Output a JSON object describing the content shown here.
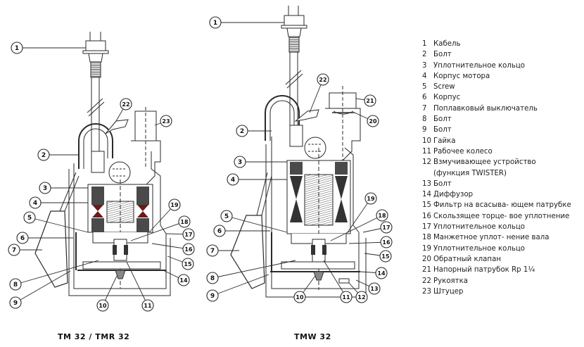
{
  "captions": {
    "left": "TM 32 / TMR 32",
    "right": "TMW 32"
  },
  "legend": [
    {
      "num": "1",
      "text": "Кабель"
    },
    {
      "num": "2",
      "text": "Болт"
    },
    {
      "num": "3",
      "text": "Уплотнительное кольцо"
    },
    {
      "num": "4",
      "text": "Корпус мотора"
    },
    {
      "num": "5",
      "text": "Screw"
    },
    {
      "num": "6",
      "text": "Корпус"
    },
    {
      "num": "7",
      "text": "Поплавковый выключатель"
    },
    {
      "num": "8",
      "text": "Болт"
    },
    {
      "num": "9",
      "text": "Болт"
    },
    {
      "num": "10",
      "text": "Гайка"
    },
    {
      "num": "11",
      "text": "Рабочее колесо"
    },
    {
      "num": "12",
      "text": "Взмучивающее устройство"
    },
    {
      "num": "",
      "text": "(функция TWISTER)"
    },
    {
      "num": "13",
      "text": "Болт"
    },
    {
      "num": "14",
      "text": "Диффузор"
    },
    {
      "num": "15",
      "text": "Фильтр на всасыва- ющем патрубке"
    },
    {
      "num": "16",
      "text": "Скользящее торце- вое уплотнение"
    },
    {
      "num": "17",
      "text": "Уплотнительное кольцо"
    },
    {
      "num": "18",
      "text": "Манжетное уплот- нение вала"
    },
    {
      "num": "19",
      "text": "Уплотнительное кольцо"
    },
    {
      "num": "20",
      "text": "Обратный клапан"
    },
    {
      "num": "21",
      "text": "Напорный патрубок Rp 1¼"
    },
    {
      "num": "22",
      "text": "Рукоятка"
    },
    {
      "num": "23",
      "text": "Штуцер"
    }
  ],
  "pumps": [
    {
      "model": "TM 32 / TMR 32",
      "callouts": [
        "1",
        "2",
        "3",
        "4",
        "5",
        "6",
        "7",
        "8",
        "9",
        "10",
        "11",
        "14",
        "15",
        "16",
        "17",
        "18",
        "19",
        "22",
        "23"
      ]
    },
    {
      "model": "TMW 32",
      "callouts": [
        "1",
        "2",
        "3",
        "4",
        "5",
        "6",
        "7",
        "8",
        "9",
        "10",
        "11",
        "12",
        "13",
        "14",
        "15",
        "16",
        "17",
        "18",
        "19",
        "20",
        "21",
        "22"
      ]
    }
  ],
  "colors": {
    "line": "#2a2a2a",
    "fill_dark": "#4a4a4a",
    "fill_mid": "#9a9a9a",
    "background": "#ffffff"
  }
}
